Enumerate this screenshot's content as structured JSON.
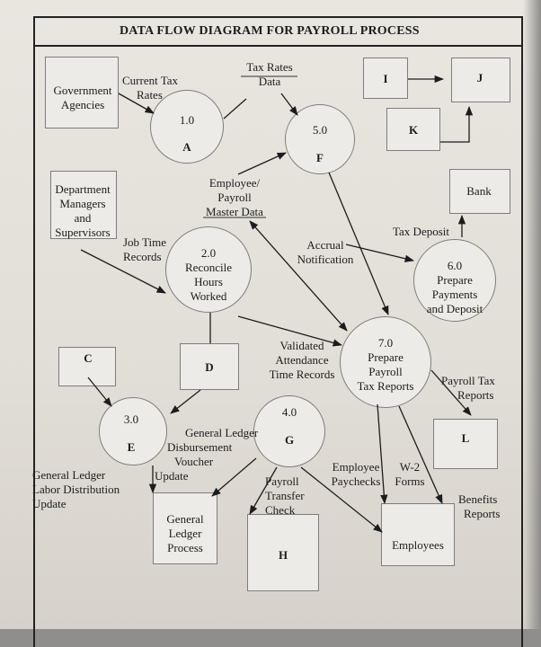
{
  "diagram": {
    "title": "DATA FLOW DIAGRAM FOR PAYROLL PROCESS",
    "entities": {
      "government_agencies": [
        "Government",
        "Agencies"
      ],
      "department_managers": [
        "Department",
        "Managers",
        "and",
        "Supervisors"
      ],
      "c": "C",
      "i": "I",
      "j": "J",
      "k": "K",
      "bank": "Bank",
      "d": "D",
      "l": "L",
      "general_ledger_process": [
        "General",
        "Ledger",
        "Process"
      ],
      "h": "H",
      "employees": "Employees"
    },
    "processes": {
      "p1": {
        "number": "1.0",
        "name": "A"
      },
      "p2": {
        "number": "2.0",
        "name": [
          "Reconcile",
          "Hours",
          "Worked"
        ]
      },
      "p3": {
        "number": "3.0",
        "name": "E"
      },
      "p4": {
        "number": "4.0",
        "name": "G"
      },
      "p5": {
        "number": "5.0",
        "name": "F"
      },
      "p6": {
        "number": "6.0",
        "name": [
          "Prepare",
          "Payments",
          "and Deposit"
        ]
      },
      "p7": {
        "number": "7.0",
        "name": [
          "Prepare",
          "Payroll",
          "Tax Reports"
        ]
      }
    },
    "flows": {
      "current_tax_rates": [
        "Current Tax",
        "Rates"
      ],
      "tax_rates_data": [
        "Tax Rates",
        "Data"
      ],
      "employee_payroll_master": [
        "Employee/",
        "Payroll",
        "Master Data"
      ],
      "job_time_records": [
        "Job Time",
        "Records"
      ],
      "accrual_notification": [
        "Accrual",
        "Notification"
      ],
      "tax_deposit": "Tax Deposit",
      "validated_attendance": [
        "Validated",
        "Attendance",
        "Time Records"
      ],
      "payroll_tax_reports": [
        "Payroll Tax",
        "Reports"
      ],
      "gl_disbursement": [
        "General Ledger",
        "Disbursement",
        "Voucher",
        "Update"
      ],
      "gl_labor": [
        "General Ledger",
        "Labor Distribution",
        "Update"
      ],
      "payroll_transfer_check": [
        "Payroll",
        "Transfer",
        "Check"
      ],
      "employee_paychecks": [
        "Employee",
        "Paychecks"
      ],
      "w2_forms": [
        "W-2",
        "Forms"
      ],
      "benefits_reports": [
        "Benefits",
        "Reports"
      ]
    }
  },
  "colors": {
    "ink": "#1c1c1c",
    "shape_stroke": "#7f7d7a",
    "paper": "#e6e3dc"
  }
}
